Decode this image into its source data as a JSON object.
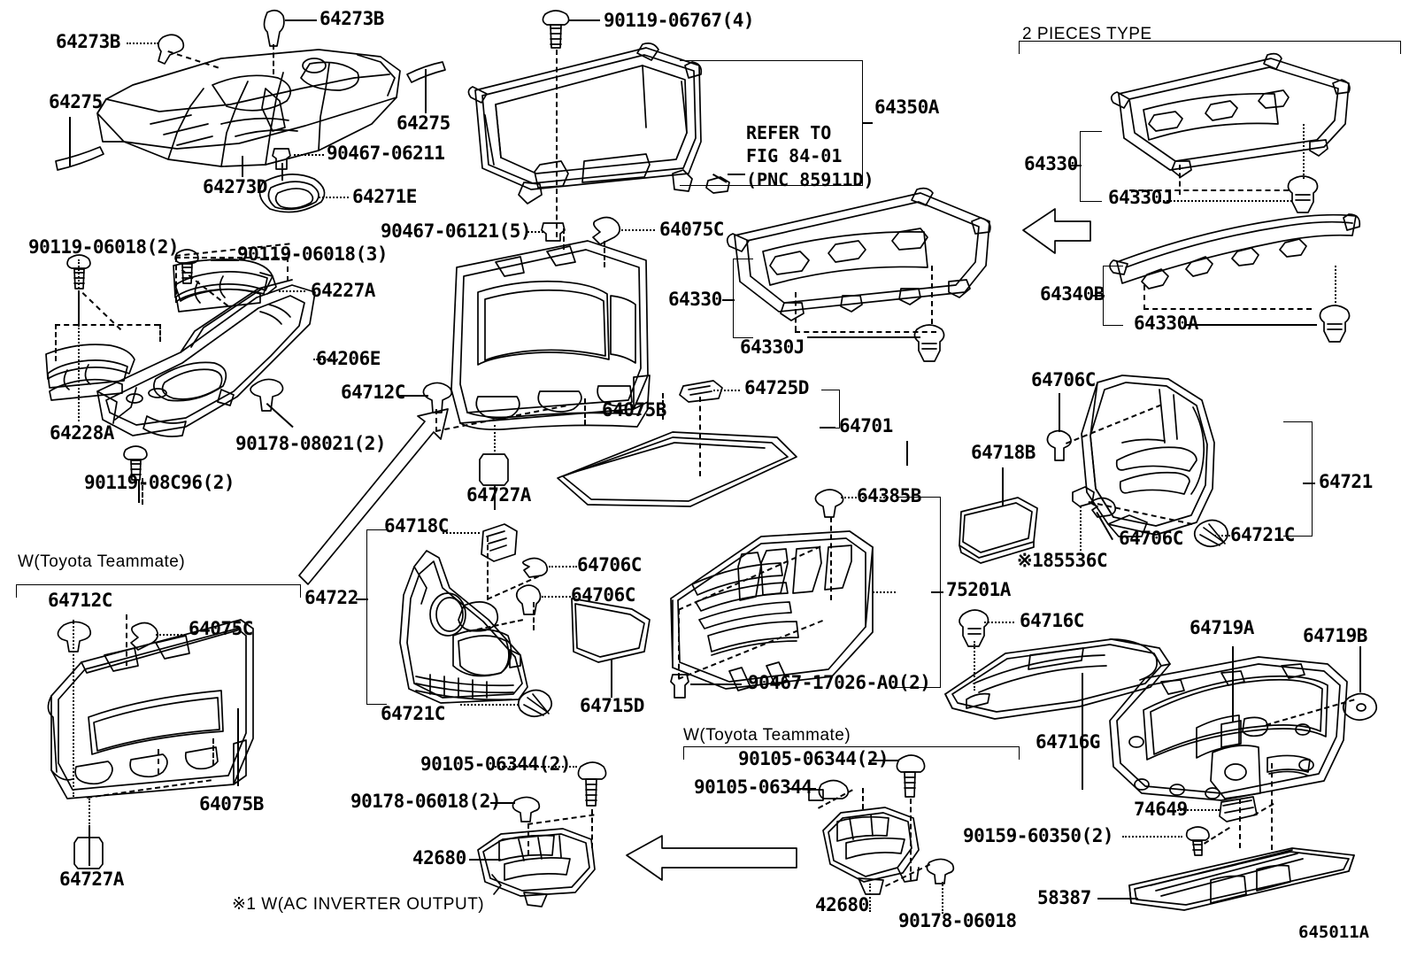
{
  "diagram": {
    "sheet_number": "645011A",
    "section_headers": {
      "two_pieces_type": "2 PIECES TYPE",
      "teammate_left": "W(Toyota Teammate)",
      "teammate_bottom": "W(Toyota Teammate)"
    },
    "footnotes": {
      "ac_inverter": "※1 W(AC INVERTER OUTPUT)"
    },
    "fig_reference": "REFER TO\nFIG 84-01\n(PNC 85911D)"
  },
  "labels": {
    "l01": "64273B",
    "l02": "64273B",
    "l03": "64275",
    "l04": "64275",
    "l05": "64273D",
    "l06": "90467-06211",
    "l07": "64271E",
    "l08": "90119-06767(4)",
    "l09": "64350A",
    "l10": "90467-06121(5)",
    "l11": "64075C",
    "l12": "64330",
    "l13": "64330J",
    "l14": "64340B",
    "l15": "64330A",
    "l16": "90119-06018(2)",
    "l17": "90119-06018(3)",
    "l18": "64227A",
    "l19": "64206E",
    "l20": "64228A",
    "l21": "90178-08021(2)",
    "l22": "90119-08C96(2)",
    "l23": "64712C",
    "l24": "64075B",
    "l25": "64727A",
    "l26": "64330",
    "l27": "64330J",
    "l28": "64725D",
    "l29": "64701",
    "l30": "64706C",
    "l31": "64718B",
    "l32": "64706C",
    "l33": "64721C",
    "l34": "64721",
    "l35": "※185536C",
    "l36": "64718C",
    "l37": "64706C",
    "l38": "64706C",
    "l39": "64722",
    "l40": "64721C",
    "l41": "64715D",
    "l42": "64385B",
    "l43": "75201A",
    "l44": "90467-17026-A0(2)",
    "l45": "64716C",
    "l46": "64719A",
    "l47": "64719B",
    "l48": "64716G",
    "l49": "74649",
    "l50": "90159-60350(2)",
    "l51": "58387",
    "l52": "64712C",
    "l53": "64075C",
    "l54": "64075B",
    "l55": "64727A",
    "l56": "90105-06344(2)",
    "l57": "90178-06018(2)",
    "l58": "42680",
    "l59": "90105-06344(2)",
    "l60": "90105-06344",
    "l61": "42680",
    "l62": "90178-06018"
  },
  "colors": {
    "line": "#000000",
    "background": "#ffffff"
  }
}
